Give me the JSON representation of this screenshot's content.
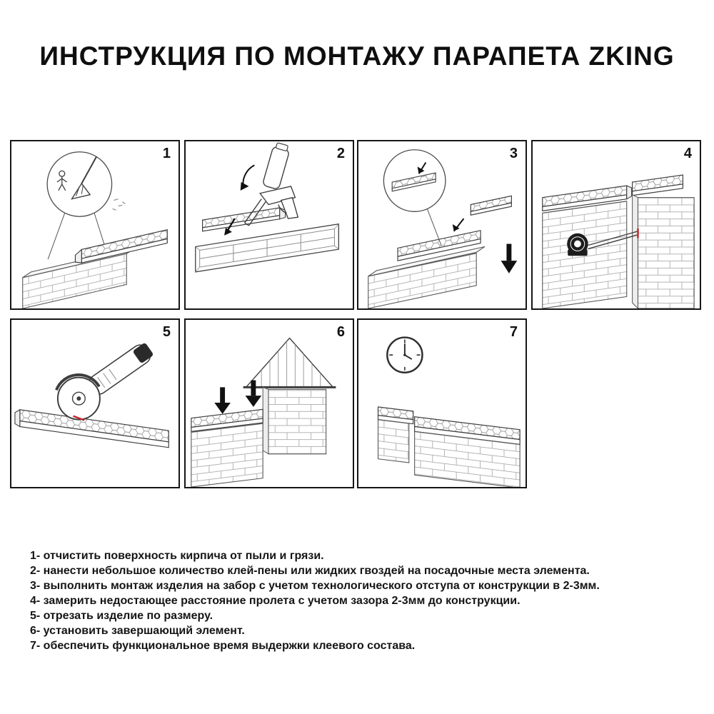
{
  "title": "ИНСТРУКЦИЯ ПО МОНТАЖУ ПАРАПЕТА ZKING",
  "brand": "ZKING",
  "panels": [
    {
      "number": "1",
      "illustration": "brush-cleaning-brick-wall"
    },
    {
      "number": "2",
      "illustration": "foam-gun-applying-glue"
    },
    {
      "number": "3",
      "illustration": "element-mounting-on-wall"
    },
    {
      "number": "4",
      "illustration": "tape-measure-span"
    },
    {
      "number": "5",
      "illustration": "angle-grinder-cutting"
    },
    {
      "number": "6",
      "illustration": "installing-final-element"
    },
    {
      "number": "7",
      "illustration": "waiting-clock"
    }
  ],
  "instructions": [
    "1- отчистить поверхность кирпича от пыли и грязи.",
    "2- нанести небольшое количество клей-пены или жидких гвоздей на посадочные места элемента.",
    "3- выполнить монтаж изделия на забор с учетом технологического отступа от конструкции в 2-3мм.",
    "4- замерить недостающее расстояние пролета с учетом зазора 2-3мм до конструкции.",
    "5- отрезать изделие по размеру.",
    "6- установить завершающий элемент.",
    "7- обеспечить функциональное время выдержки клеевого состава."
  ],
  "colors": {
    "outline": "#3d3d3d",
    "brick_line": "#b4b4b4",
    "hex_line": "#9b9b9b",
    "arrow": "#111111",
    "accent_red": "#c1272d"
  }
}
